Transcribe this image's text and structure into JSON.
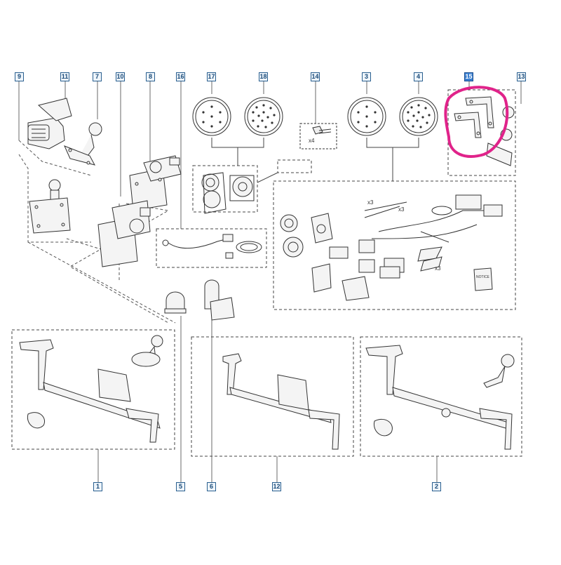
{
  "callouts": {
    "c9": "9",
    "c11": "11",
    "c7": "7",
    "c10": "10",
    "c8": "8",
    "c16": "16",
    "c17": "17",
    "c18": "18",
    "c14": "14",
    "c3": "3",
    "c4": "4",
    "c15": "15",
    "c13": "13",
    "c1": "1",
    "c5": "5",
    "c6": "6",
    "c12": "12",
    "c2": "2"
  },
  "annotations": {
    "x4": "x4",
    "x3a": "x3",
    "x3b": "x3",
    "x3c": "x3",
    "notice": "NOTICE"
  },
  "colors": {
    "line": "#333333",
    "callout_fill": "#eef5fb",
    "callout_border": "#2a5f8f",
    "highlight_circle": "#e0238a"
  }
}
